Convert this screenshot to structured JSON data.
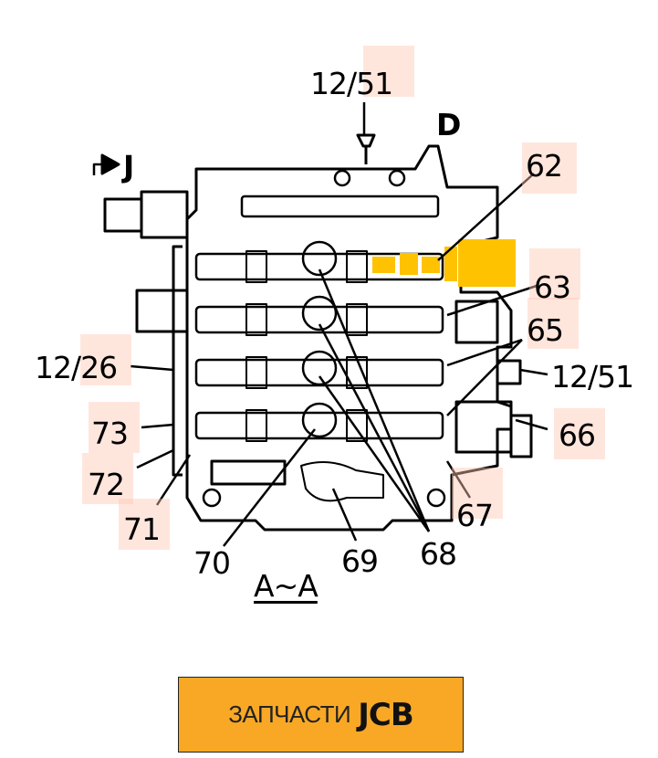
{
  "labels": {
    "top_ref": "12/51",
    "view_d": "D",
    "view_j": "J",
    "p62": "62",
    "p63": "63",
    "p65": "65",
    "right_ref": "12/51",
    "p66": "66",
    "p67": "67",
    "p68": "68",
    "p69": "69",
    "p70": "70",
    "p71": "71",
    "p72": "72",
    "p73": "73",
    "left_ref": "12/26",
    "section": "A~A"
  },
  "logo": {
    "prefix": "ЗАПЧАСТИ",
    "brand": "JCB"
  },
  "colors": {
    "highlight_part": "#ffc200",
    "label_highlight": "#ffd0c0",
    "logo_bg": "#f9a825"
  }
}
